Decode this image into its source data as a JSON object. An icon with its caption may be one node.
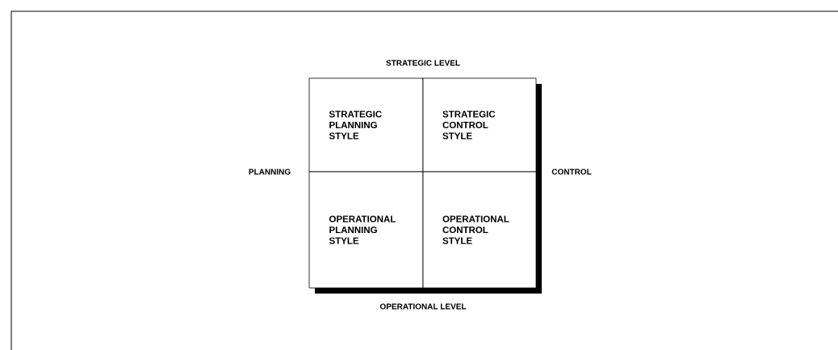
{
  "diagram": {
    "nodes": [
      {
        "text": [
          "STRATEGIC PLANNING STYLE"
        ]
      },
      {
        "text": [
          "STRATEGIC CONTROL STYLE"
        ]
      },
      {
        "text": [
          "OPERATIONAL PLANNING STYLE"
        ]
      },
      {
        "text": [
          "OPERATIONAL CONTROL STYLE"
        ]
      }
    ],
    "labels": [
      "STRATEGIC LEVEL",
      "PLANNING",
      "CONTROL",
      "OPERATIONAL LEVEL"
    ]
  }
}
